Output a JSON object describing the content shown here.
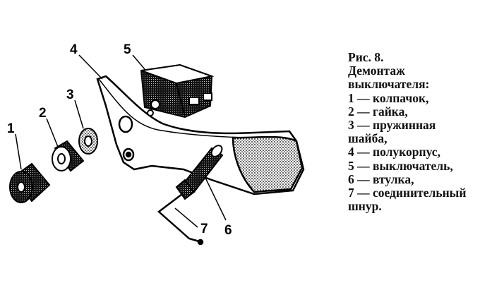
{
  "labels": {
    "p1": "1",
    "p2": "2",
    "p3": "3",
    "p4": "4",
    "p5": "5",
    "p6": "6",
    "p7": "7"
  },
  "caption": {
    "figure": "Рис. 8.",
    "title_line1": "Демонтаж",
    "title_line2": "выключателя:",
    "items": [
      "1 — колпачок,",
      "2 — гайка,",
      "3 — пружинная",
      "шайба,",
      "4 — полукорпус,",
      "5 — выключатель,",
      "6 —  втулка,",
      "7 — соединительный",
      "шнур."
    ]
  }
}
